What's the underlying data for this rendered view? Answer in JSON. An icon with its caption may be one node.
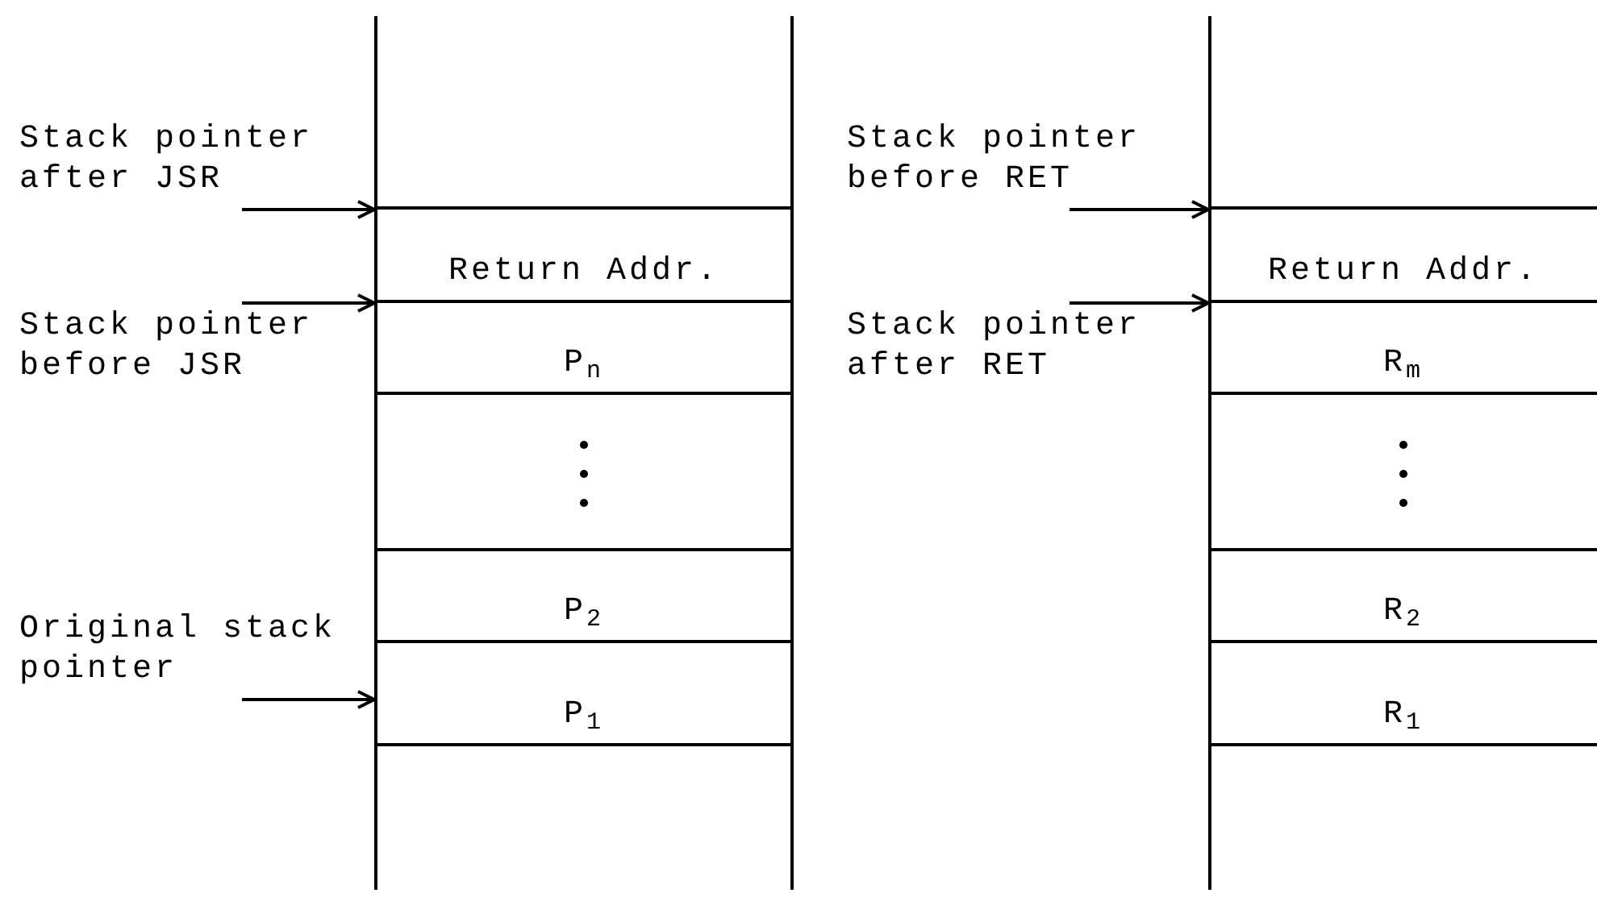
{
  "diagram": {
    "nodes": [
      {
        "text": [
          "Stack pointer after JSR"
        ]
      },
      {
        "text": [
          "Stack pointer before JSR"
        ]
      },
      {
        "text": [
          "Original stack pointer"
        ]
      },
      {
        "text": [
          "Return Addr."
        ]
      },
      {
        "text": [
          "P$_{n}$"
        ]
      },
      {
        "text": [],
        "shape": "box"
      },
      {
        "text": [
          "P$_{2}$"
        ]
      },
      {
        "text": [
          "P$_{1}$"
        ]
      },
      {
        "text": [
          "Stack pointer before RET"
        ]
      },
      {
        "text": [
          "Stack pointer after RET"
        ]
      },
      {
        "text": [
          "Return Addr."
        ]
      },
      {
        "text": [
          "R$_{m}$"
        ]
      },
      {
        "text": [],
        "shape": "box"
      },
      {
        "text": [
          "R$_{2}$"
        ]
      },
      {
        "text": [
          "R$_{1}$"
        ]
      }
    ],
    "edges": [
      {
        "from": 0,
        "to": 3,
        "arrow": "to"
      },
      {
        "from": 1,
        "to": 4,
        "arrow": "to"
      },
      {
        "from": 2,
        "to": 7,
        "arrow": "to"
      },
      {
        "from": 8,
        "to": 10,
        "arrow": "to"
      },
      {
        "from": 9,
        "to": 11,
        "arrow": "to"
      }
    ]
  }
}
